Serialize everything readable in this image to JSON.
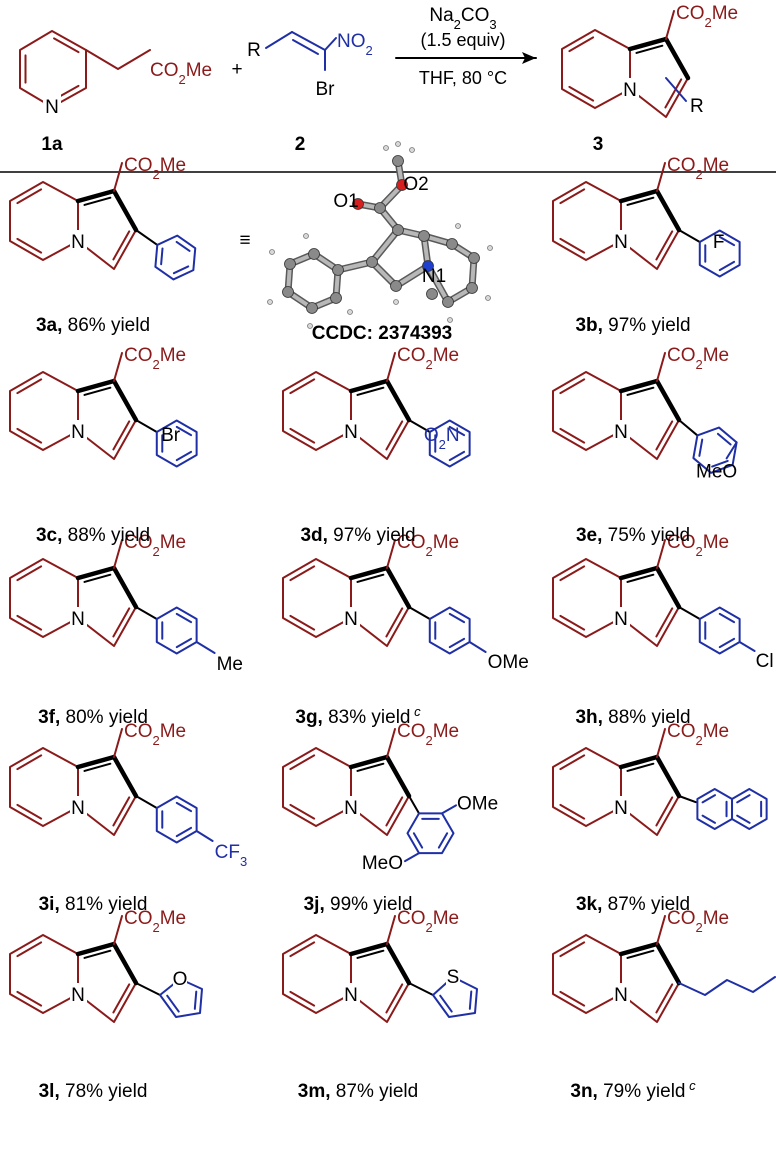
{
  "colors": {
    "ester": "#8b1a1a",
    "substituent": "#1f2fa6",
    "ink": "#000000"
  },
  "reaction": {
    "reagent_1": {
      "id": "1a",
      "ester_group": "CO2Me",
      "ring_atom": "N"
    },
    "reagent_2": {
      "id": "2",
      "r": "R",
      "nitro": "NO2",
      "halide": "Br"
    },
    "plus": "+",
    "conditions": {
      "base": "Na2CO3",
      "equiv": "(1.5 equiv)",
      "solvent_temp": "THF, 80 °C"
    },
    "product": {
      "id": "3",
      "ester_group": "CO2Me",
      "r": "R",
      "ring_atom": "N"
    }
  },
  "crystal": {
    "label": "CCDC: 2374393",
    "atom_labels": [
      "O1",
      "O2",
      "N1"
    ],
    "equivalence": "≡"
  },
  "products": [
    {
      "id": "3a",
      "yield": "86% yield",
      "note": "",
      "substituent": "phenyl",
      "sub_labels": []
    },
    {
      "id": "3b",
      "yield": "97% yield",
      "note": "",
      "substituent": "2-fluorophenyl",
      "sub_labels": [
        "F"
      ]
    },
    {
      "id": "3c",
      "yield": "88% yield",
      "note": "",
      "substituent": "2-bromophenyl",
      "sub_labels": [
        "Br"
      ]
    },
    {
      "id": "3d",
      "yield": "97% yield",
      "note": "",
      "substituent": "2-nitrophenyl",
      "sub_labels": [
        "O2N"
      ]
    },
    {
      "id": "3e",
      "yield": "75% yield",
      "note": "",
      "substituent": "3-methoxyphenyl",
      "sub_labels": [
        "MeO"
      ]
    },
    {
      "id": "3f",
      "yield": "80% yield",
      "note": "",
      "substituent": "4-methylphenyl",
      "sub_labels": [
        "Me"
      ]
    },
    {
      "id": "3g",
      "yield": "83% yield",
      "note": "c",
      "substituent": "4-methoxyphenyl",
      "sub_labels": [
        "OMe"
      ]
    },
    {
      "id": "3h",
      "yield": "88% yield",
      "note": "",
      "substituent": "4-chlorophenyl",
      "sub_labels": [
        "Cl"
      ]
    },
    {
      "id": "3i",
      "yield": "81% yield",
      "note": "",
      "substituent": "4-trifluoromethylphenyl",
      "sub_labels": [
        "CF3"
      ]
    },
    {
      "id": "3j",
      "yield": "99% yield",
      "note": "",
      "substituent": "2,5-dimethoxyphenyl",
      "sub_labels": [
        "OMe",
        "MeO"
      ]
    },
    {
      "id": "3k",
      "yield": "87% yield",
      "note": "",
      "substituent": "1-naphthyl",
      "sub_labels": []
    },
    {
      "id": "3l",
      "yield": "78% yield",
      "note": "",
      "substituent": "2-furyl",
      "sub_labels": [
        "O"
      ]
    },
    {
      "id": "3m",
      "yield": "87% yield",
      "note": "",
      "substituent": "2-thienyl",
      "sub_labels": [
        "S"
      ]
    },
    {
      "id": "3n",
      "yield": "79% yield",
      "note": "c",
      "substituent": "n-butyl",
      "sub_labels": []
    }
  ]
}
